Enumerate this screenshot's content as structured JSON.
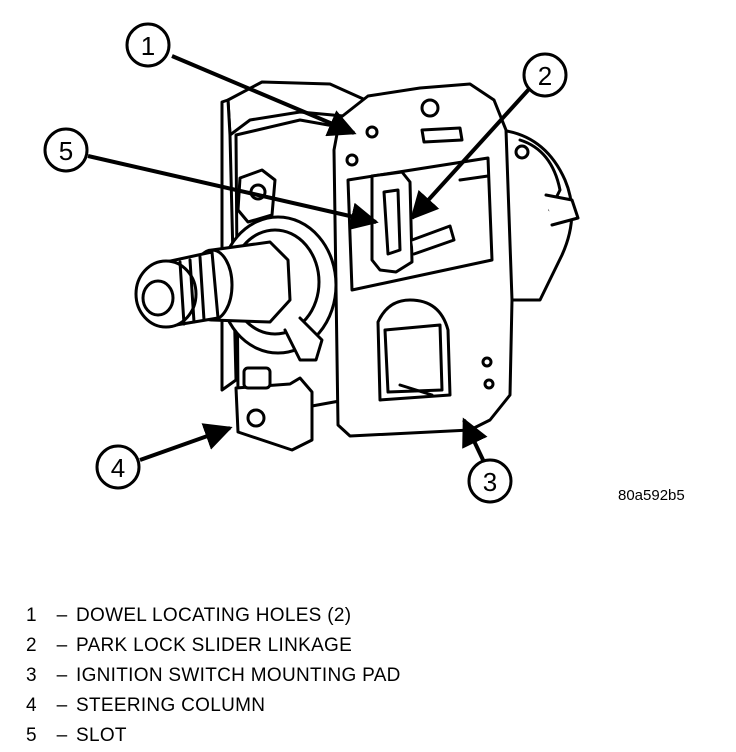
{
  "callouts": [
    {
      "number": "1"
    },
    {
      "number": "2"
    },
    {
      "number": "3"
    },
    {
      "number": "4"
    },
    {
      "number": "5"
    }
  ],
  "figure_code": "80a592b5",
  "legend": [
    {
      "number": "1",
      "separator": "–",
      "label": "DOWEL LOCATING HOLES (2)"
    },
    {
      "number": "2",
      "separator": "–",
      "label": "PARK LOCK SLIDER LINKAGE"
    },
    {
      "number": "3",
      "separator": "–",
      "label": "IGNITION SWITCH MOUNTING PAD"
    },
    {
      "number": "4",
      "separator": "–",
      "label": "STEERING COLUMN"
    },
    {
      "number": "5",
      "separator": "–",
      "label": "SLOT"
    }
  ]
}
